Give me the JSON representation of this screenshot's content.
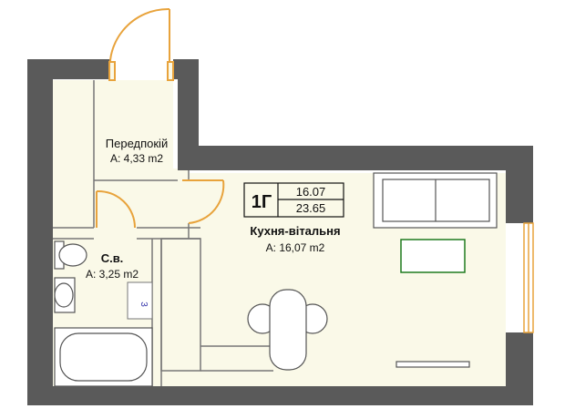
{
  "colors": {
    "wall": "#5a5a5a",
    "floor": "#faf9e8",
    "door": "#e8a33c",
    "window": "#e8a33c",
    "fixture": "#555555",
    "tv": "#1e7a1e",
    "meter": "#3333aa"
  },
  "rooms": {
    "hall": {
      "name": "Передпокій",
      "area": "A: 4,33 m2"
    },
    "bath": {
      "name": "С.в.",
      "area": "A: 3,25 m2"
    },
    "living": {
      "name": "Кухня-вітальня",
      "area": "A: 16,07 m2"
    }
  },
  "unit": {
    "code": "1Г",
    "living_area": "16.07",
    "total_area": "23.65"
  },
  "meter_label": "3"
}
